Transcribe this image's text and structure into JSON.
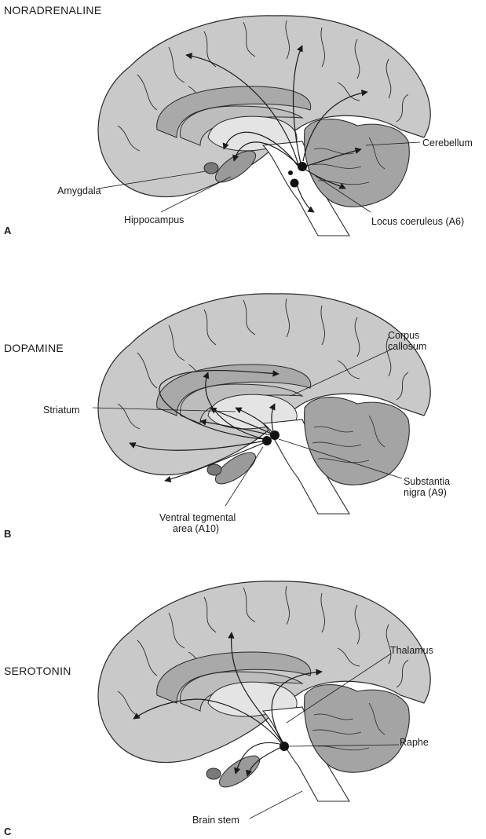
{
  "panels": {
    "a": {
      "letter": "A",
      "title": "NORADRENALINE",
      "labels": {
        "cerebellum": "Cerebellum",
        "amygdala": "Amygdala",
        "hippocampus": "Hippocampus",
        "locus": "Locus coeruleus (A6)"
      }
    },
    "b": {
      "letter": "B",
      "title": "DOPAMINE",
      "labels": {
        "corpus_1": "Corpus",
        "corpus_2": "callosum",
        "striatum": "Striatum",
        "substantia_1": "Substantia",
        "substantia_2": "nigra (A9)",
        "vta_1": "Ventral tegmental",
        "vta_2": "area (A10)"
      }
    },
    "c": {
      "letter": "C",
      "title": "SEROTONIN",
      "labels": {
        "thalamus": "Thalamus",
        "raphe": "Raphe",
        "brainstem": "Brain stem"
      }
    }
  },
  "colors": {
    "cortex": "#c9c9c9",
    "band": "#a9a9a9",
    "thalamus": "#e4e4e4",
    "cerebellum": "#a4a4a4",
    "amygdala": "#7a7a7a",
    "hippocampus": "#9a9a9a",
    "outline": "#2a2a2a"
  }
}
